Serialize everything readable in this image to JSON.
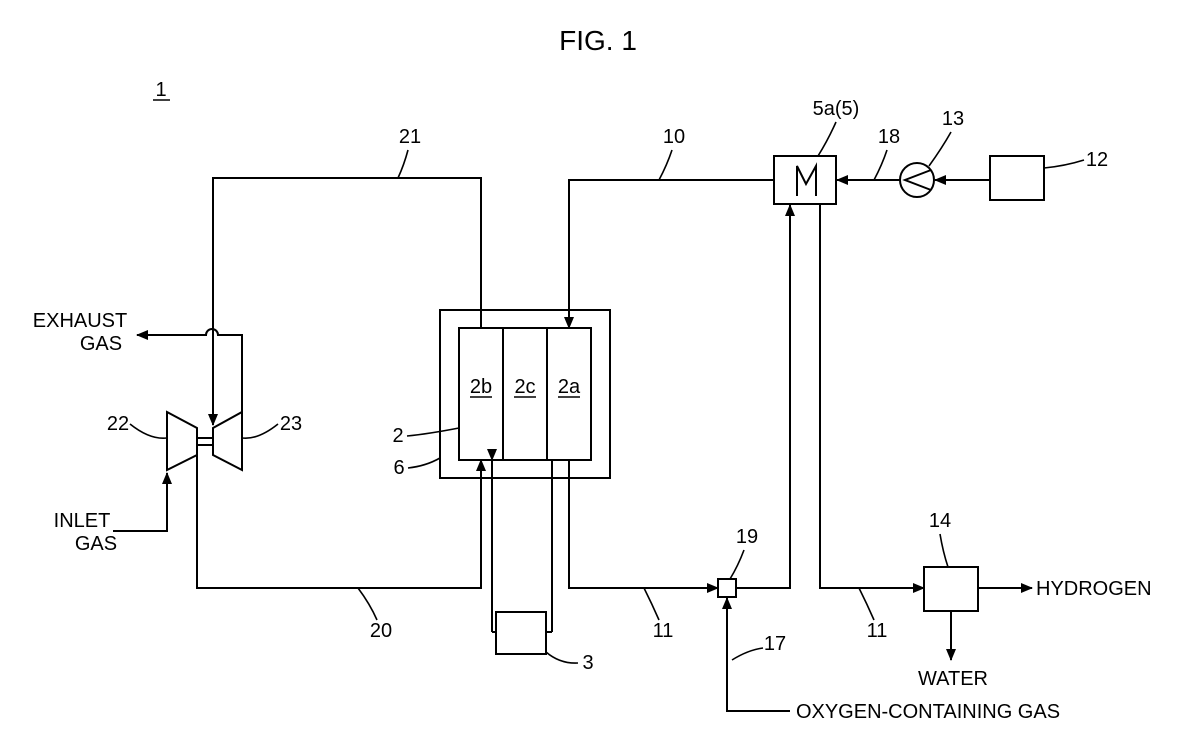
{
  "figure": {
    "title": "FIG. 1",
    "system_ref": "1"
  },
  "components": {
    "cell_anode_side": "2b",
    "cell_electrolyte": "2c",
    "cell_cathode_side": "2a",
    "cell_ref": "2",
    "enclosure_ref": "6",
    "power_supply_ref": "3",
    "heat_exchanger_ref": "5a(5)",
    "pump_ref": "13",
    "supply_tank_ref": "12",
    "separator_ref": "14",
    "mixer_ref": "19",
    "compressor_ref": "22",
    "turbine_ref": "23"
  },
  "lines": {
    "line_10": "10",
    "line_11_left": "11",
    "line_11_right": "11",
    "line_17": "17",
    "line_18": "18",
    "line_20": "20",
    "line_21": "21"
  },
  "flows": {
    "exhaust_1": "EXHAUST",
    "exhaust_2": "GAS",
    "inlet_1": "INLET",
    "inlet_2": "GAS",
    "hydrogen": "HYDROGEN",
    "water": "WATER",
    "oxygen": "OXYGEN-CONTAINING GAS"
  }
}
